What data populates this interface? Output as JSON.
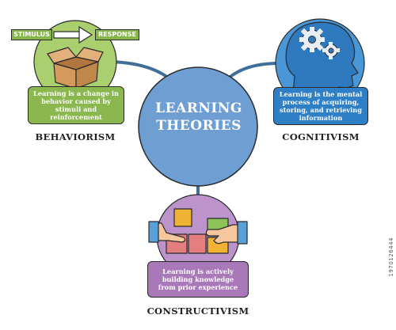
{
  "center": {
    "line1": "LEARNING",
    "line2": "THEORIES"
  },
  "behaviorism": {
    "stimulus": "STIMULUS",
    "response": "RESPONSE",
    "description": "Learning is a change in behavior caused by stimuli and reinforcement",
    "title": "BEHAVIORISM"
  },
  "cognitivism": {
    "description": "Learning is the mental process of acquiring, storing, and retrieving information",
    "title": "COGNITIVISM"
  },
  "constructivism": {
    "description": "Learning is actively building knowledge from prior experience",
    "title": "CONSTRUCTIVISM"
  },
  "stock_id": "1970126444",
  "colors": {
    "center": "#6f9fd2",
    "behaviorism": "#8ab84e",
    "cognitivism": "#2e7fc6",
    "constructivism": "#a978b8",
    "connector": "#3f6f99"
  },
  "icons": [
    "box-icon",
    "arrow-icon",
    "head-gears-icon",
    "hands-blocks-icon"
  ]
}
